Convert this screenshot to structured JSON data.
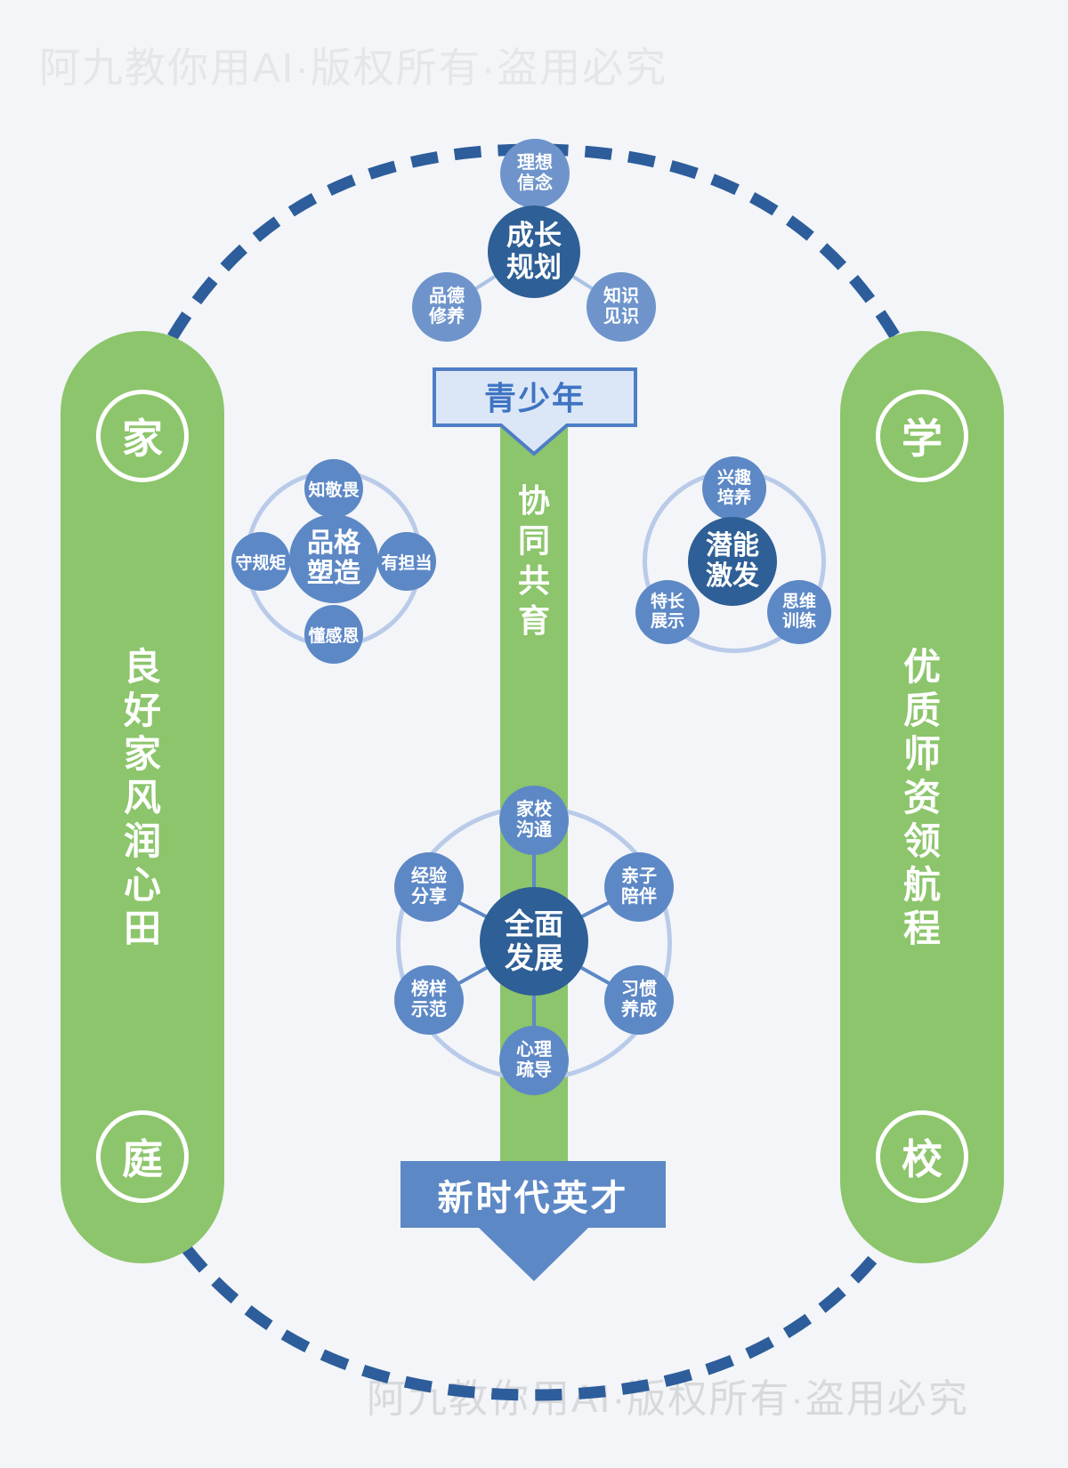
{
  "watermarks": {
    "top": "阿九教你用AI·版权所有·盗用必究",
    "bottom": "阿九教你用AI·版权所有·盗用必究"
  },
  "subject_banner": {
    "label": "青少年"
  },
  "result_banner": {
    "label": "新时代英才"
  },
  "center_pillar": {
    "label": "协同共育"
  },
  "pillars": {
    "family": {
      "badge_top": "家",
      "badge_bottom": "庭",
      "slogan": "良好家风润心田"
    },
    "school": {
      "badge_top": "学",
      "badge_bottom": "校",
      "slogan": "优质师资领航程"
    }
  },
  "clusters": {
    "growth_plan": {
      "center": "成长规划",
      "satellites": [
        "理想信念",
        "品德修养",
        "知识见识"
      ]
    },
    "character_shaping": {
      "center": "品格塑造",
      "satellites": [
        "知敬畏",
        "守规矩",
        "有担当",
        "懂感恩"
      ]
    },
    "potential_activation": {
      "center": "潜能激发",
      "satellites": [
        "兴趣培养",
        "特长展示",
        "思维训练"
      ]
    },
    "all_round_development": {
      "center": "全面发展",
      "satellites": [
        "家校沟通",
        "亲子陪伴",
        "习惯养成",
        "心理疏导",
        "榜样示范",
        "经验分享"
      ]
    }
  },
  "colors": {
    "background": "#f3f5f8",
    "green": "#8cc56b",
    "dark_blue": "#2e5f96",
    "medium_blue": "#5d88c6",
    "light_blue": "#6e94cb",
    "ring_blue": "#b9cbe9",
    "banner_fill": "#dbe7f7",
    "banner_border": "#4e7ec6",
    "banner_text": "#3f74c2",
    "dash_blue": "#2d5d9b",
    "watermark_top": "#e5e6e9",
    "watermark_bottom": "#d8d9dc"
  }
}
